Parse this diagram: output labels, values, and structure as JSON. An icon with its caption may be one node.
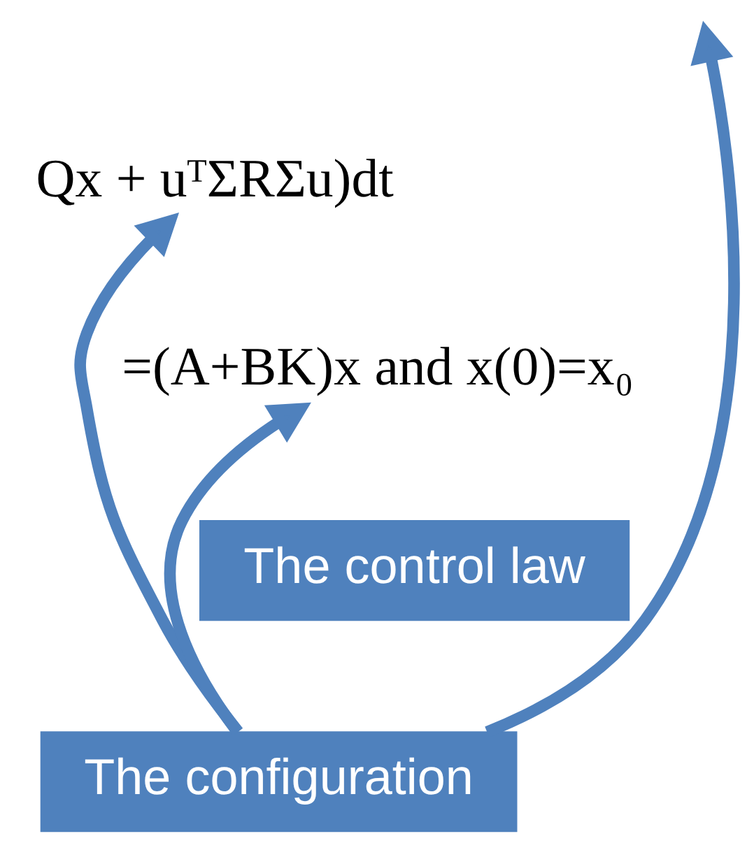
{
  "diagram": {
    "nodes": [
      {
        "text": [
          "Qx + uᵀΣRΣu)dt"
        ]
      },
      {
        "text": [
          "=(A+BK)x and x(0)=x₀"
        ]
      },
      {
        "text": [
          "The control law"
        ]
      },
      {
        "text": [
          "The configuration"
        ]
      }
    ],
    "edges": [
      {
        "from": 3,
        "to": 1,
        "arrow": "to"
      },
      {
        "from": 3,
        "to": null,
        "arrow": "to"
      },
      {
        "from": 3,
        "to": 0,
        "arrow": "to"
      }
    ]
  }
}
